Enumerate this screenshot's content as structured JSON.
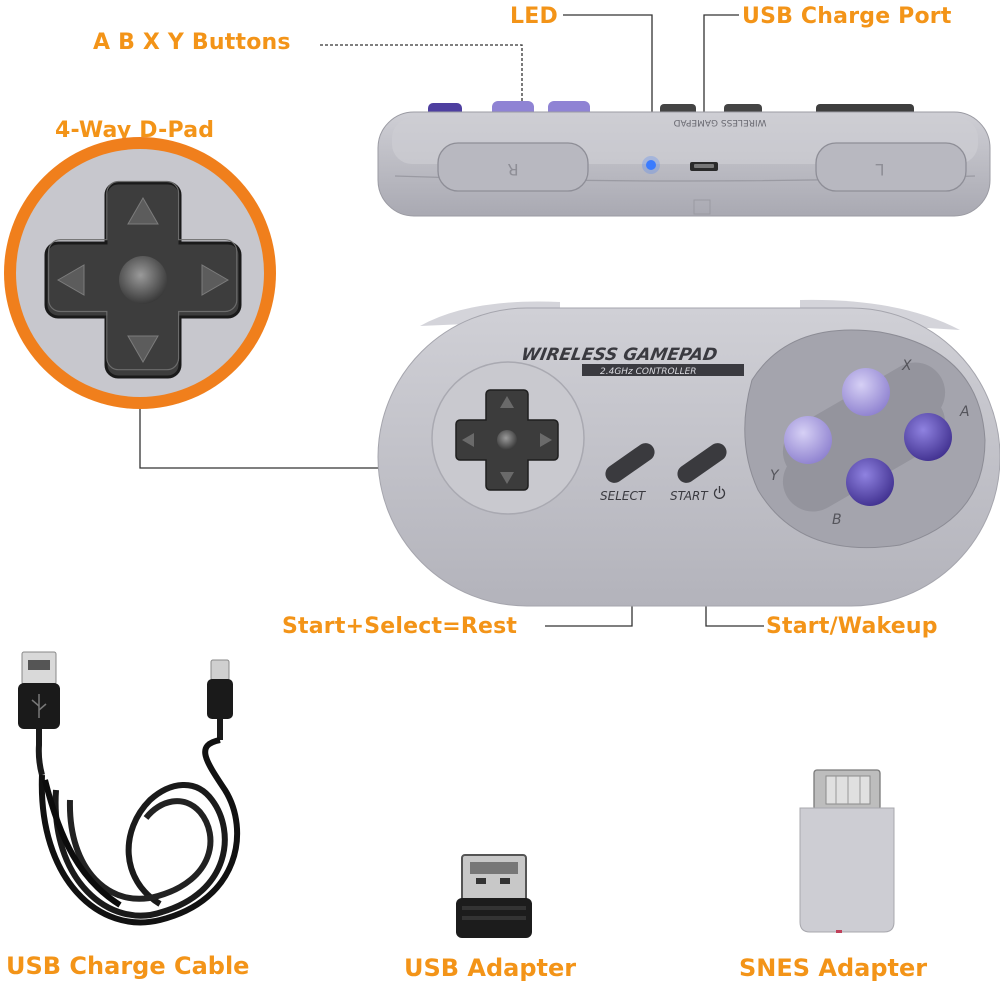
{
  "callouts": {
    "led": "LED",
    "usb_charge_port": "USB Charge Port",
    "abxy_buttons": "A B X Y Buttons",
    "dpad": "4-Way D-Pad",
    "start_select_reset": "Start+Select=Rest",
    "start_wakeup": "Start/Wakeup"
  },
  "controller": {
    "brand_title": "WIRELESS GAMEPAD",
    "brand_subtitle": "2.4GHz CONTROLLER",
    "top_brand_mirrored": "WIRELESS GAMEPAD",
    "select_label": "SELECT",
    "start_label": "START",
    "button_x": "X",
    "button_a": "A",
    "button_b": "B",
    "button_y": "Y",
    "shoulder_r": "R",
    "shoulder_l": "L"
  },
  "captions": {
    "cable": "USB Charge Cable",
    "usb_adapter": "USB Adapter",
    "snes_adapter": "SNES Adapter"
  },
  "colors": {
    "accent": "#f39418",
    "shell": "#c4c4cc",
    "button_purple": "#5a4ba8",
    "button_lavender": "#9b8fd8",
    "led": "#3a7bff"
  }
}
